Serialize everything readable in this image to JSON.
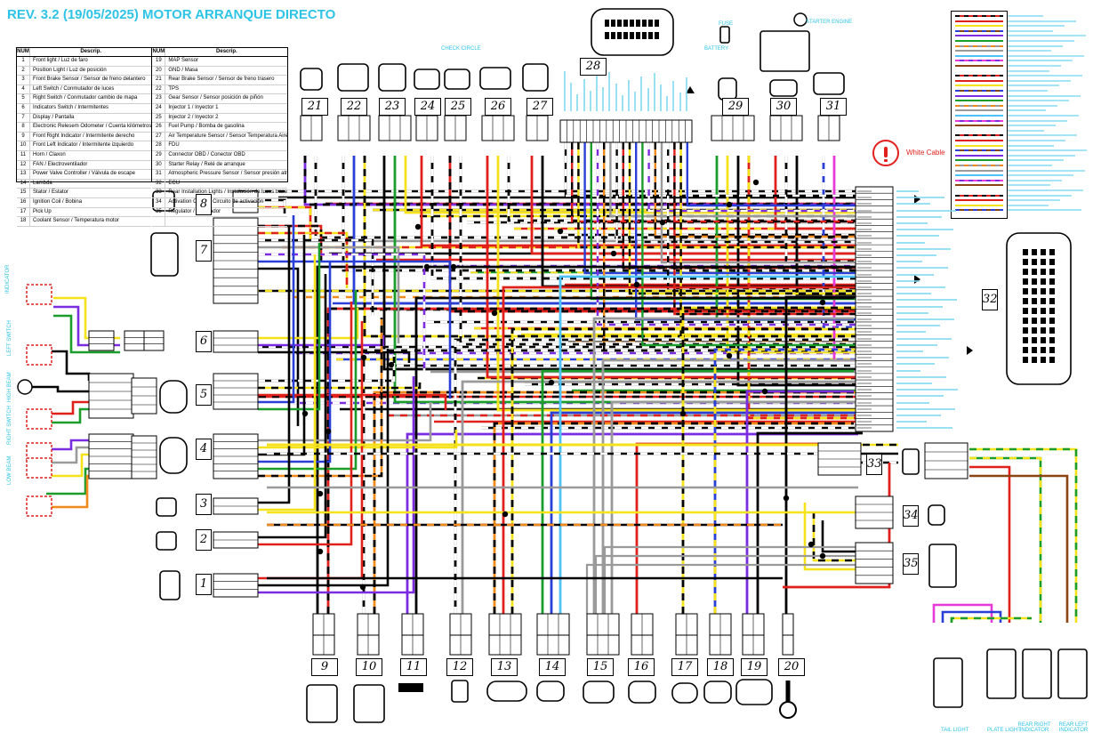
{
  "title": "REV. 3.2 (19/05/2025) MOTOR ARRANQUE DIRECTO",
  "legend": {
    "header_num": "NUM",
    "header_desc": "Descrip.",
    "left": [
      {
        "num": "1",
        "text": "Front light / Luz de faro"
      },
      {
        "num": "2",
        "text": "Position Light / Luz de posición"
      },
      {
        "num": "3",
        "text": "Front Brake Sensor / Sensor de freno delantero"
      },
      {
        "num": "4",
        "text": "Left Switch / Conmutador de luces"
      },
      {
        "num": "5",
        "text": "Right Switch / Conmutador cambio de mapa"
      },
      {
        "num": "6",
        "text": "Indicators Switch / Intermitentes"
      },
      {
        "num": "7",
        "text": "Display / Pantalla"
      },
      {
        "num": "8",
        "text": "Electronic Relesem Odometer / Cuenta kilómetros"
      },
      {
        "num": "9",
        "text": "Front Right Indicator / Intermitente derecho"
      },
      {
        "num": "10",
        "text": "Front Left Indicator / Intermitente izquierdo"
      },
      {
        "num": "11",
        "text": "Horn / Claxon"
      },
      {
        "num": "12",
        "text": "FAN / Electroventilador"
      },
      {
        "num": "13",
        "text": "Power Valve Controller / Válvula de escape"
      },
      {
        "num": "14",
        "text": "Lambda"
      },
      {
        "num": "15",
        "text": "Stator / Estator"
      },
      {
        "num": "16",
        "text": "Ignition Coil / Bobina"
      },
      {
        "num": "17",
        "text": "Pick Up"
      },
      {
        "num": "18",
        "text": "Coolant Sensor / Temperatura motor"
      }
    ],
    "right": [
      {
        "num": "19",
        "text": "MAP Sensor"
      },
      {
        "num": "20",
        "text": "GND / Masa"
      },
      {
        "num": "21",
        "text": "Rear Brake Sensor / Sensor de freno trasero"
      },
      {
        "num": "22",
        "text": "TPS"
      },
      {
        "num": "23",
        "text": "Gear Sensor / Sensor posición de piñón"
      },
      {
        "num": "24",
        "text": "Injector 1 / Inyector 1"
      },
      {
        "num": "25",
        "text": "Injector 2 / Inyector 2"
      },
      {
        "num": "26",
        "text": "Fuel Pump / Bomba de gasolina"
      },
      {
        "num": "27",
        "text": "Air Temperature Sensor / Sensor Temperatura Aire"
      },
      {
        "num": "28",
        "text": "FDU"
      },
      {
        "num": "29",
        "text": "Connector OBD / Conector OBD"
      },
      {
        "num": "30",
        "text": "Starter Relay / Relé de arranque"
      },
      {
        "num": "31",
        "text": "Atmospheric Pressure Sensor / Sensor presión atmosférica"
      },
      {
        "num": "32",
        "text": "ECU"
      },
      {
        "num": "33",
        "text": "Rear Installation Lights / Instalación de luces traseras"
      },
      {
        "num": "34",
        "text": "Activation Circuit / Circuito de activación"
      },
      {
        "num": "35",
        "text": "Regulator / Regulador"
      },
      {
        "num": "",
        "text": ""
      }
    ]
  },
  "connectors": {
    "top": [
      "21",
      "22",
      "23",
      "24",
      "25",
      "26",
      "27",
      "28",
      "29",
      "30",
      "31"
    ],
    "left": [
      "8",
      "7",
      "6",
      "5",
      "4",
      "3",
      "2",
      "1"
    ],
    "bottom": [
      "9",
      "10",
      "11",
      "12",
      "13",
      "14",
      "15",
      "16",
      "17",
      "18",
      "19",
      "20"
    ],
    "right": [
      "32",
      "33",
      "34",
      "35"
    ]
  },
  "annotations": {
    "white_cable": "White Cable",
    "check_circle": "CHECK CIRCLE",
    "battery": "BATTERY",
    "starter_engine": "STARTER ENGINE",
    "fuse": "FUSE",
    "indicator": "INDICATOR",
    "left_switch": "LEFT SWITCH",
    "right_switch": "RIGHT SWITCH",
    "plate_light": "PLATE LIGHT",
    "rear_right_indicator": "REAR RIGHT INDICATOR",
    "rear_left_indicator": "REAR LEFT INDICATOR",
    "tail_light": "TAIL LIGHT",
    "high_beam": "HIGH BEAM",
    "low_beam": "LOW BEAM"
  },
  "colors": {
    "title": "#2ec4e6",
    "accent_red": "#e0201b",
    "wire_palette": [
      "#000000",
      "#e0201b",
      "#f5e21b",
      "#2a3fd6",
      "#7b2be0",
      "#1a9d2a",
      "#f08a1a",
      "#9a9a9a",
      "#4fc3f7",
      "#e83ad8",
      "#8b4513",
      "#ffffff"
    ]
  }
}
